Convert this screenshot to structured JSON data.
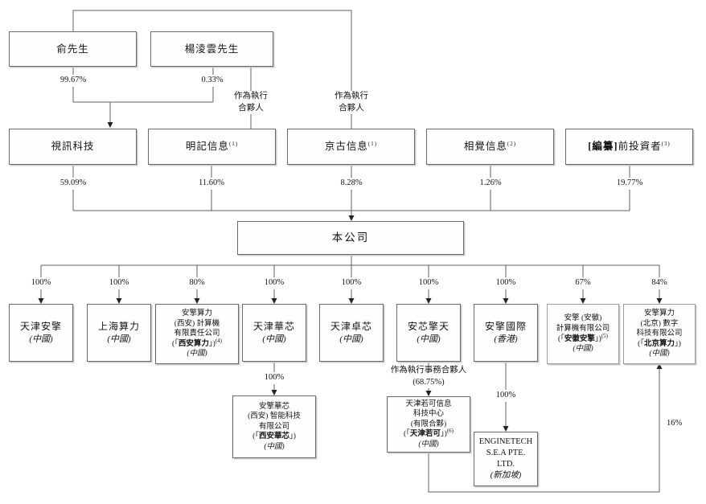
{
  "nodes": {
    "yu": {
      "label": "俞先生"
    },
    "yang": {
      "label": "楊淩雲先生"
    },
    "shixun": {
      "label": "視訊科技"
    },
    "mingji": {
      "label": "明記信息",
      "sup": "(1)"
    },
    "jinggu": {
      "label": "京古信息",
      "sup": "(1)"
    },
    "xiangjue": {
      "label": "相覺信息",
      "sup": "(2)"
    },
    "pre_investors": {
      "bold": "[編纂]",
      "label": "前投資者",
      "sup": "(3)"
    },
    "company": {
      "label": "本公司"
    },
    "tianjin_anqing": {
      "name": "天津安擎",
      "region": "(中國)"
    },
    "shanghai_suanli": {
      "name": "上海算力",
      "region": "(中國)"
    },
    "xian_suanli": {
      "l1": "安擎算力",
      "l2": "(西安) 計算機",
      "l3": "有限責任公司",
      "l4_pre": "(「",
      "l4_bold": "西安算力",
      "l4_post": "」)",
      "l4_sup": "(4)",
      "region": "(中國)"
    },
    "tianjin_huaxin": {
      "name": "天津華芯",
      "region": "(中國)"
    },
    "tianjin_zhuoxin": {
      "name": "天津卓芯",
      "region": "(中國)"
    },
    "anxin_qingtian": {
      "name": "安芯擎天",
      "region": "(中國)"
    },
    "anqing_intl": {
      "name": "安擎國際",
      "region": "(香港)"
    },
    "anhui_anqing": {
      "l1": "安擎 (安徽)",
      "l2": "計算機有限公司",
      "l3_pre": "(「",
      "l3_bold": "安徽安擎",
      "l3_post": "」)",
      "l3_sup": "(5)",
      "region": "(中國)"
    },
    "beijing_suanli": {
      "l1": "安擎算力",
      "l2": "(北京) 數字",
      "l3": "科技有限公司",
      "l4_pre": "(「",
      "l4_bold": "北京算力",
      "l4_post": "」)",
      "region": "(中國)"
    },
    "xian_huaxin": {
      "l1": "安擎華芯",
      "l2": "(西安) 智能科技",
      "l3": "有限公司",
      "l4_pre": "(「",
      "l4_bold": "西安華芯",
      "l4_post": "」)",
      "region": "(中國)"
    },
    "tianjin_ruoke": {
      "l1": "天津若可信息",
      "l2": "科技中心",
      "l3": "(有限合夥)",
      "l4_pre": "(「",
      "l4_bold": "天津若可",
      "l4_post": "」)",
      "l4_sup": "(6)",
      "region": "(中國)"
    },
    "enginetech": {
      "l1": "ENGINETECH",
      "l2": "S.E.A PTE.",
      "l3": "LTD.",
      "region": "(新加坡)"
    }
  },
  "edges": {
    "yu_pct": "99.67%",
    "yang_pct": "0.33%",
    "exec_partner_line1": "作為執行",
    "exec_partner_line2": "合夥人",
    "row2_pcts": [
      "59.09%",
      "11.60%",
      "8.28%",
      "1.26%",
      "19.77%"
    ],
    "row3_pcts": [
      "100%",
      "100%",
      "80%",
      "100%",
      "100%",
      "100%",
      "100%",
      "67%",
      "84%"
    ],
    "huaxin_sub_pct": "100%",
    "exec_affairs_line1": "作為執行事務合夥人",
    "exec_affairs_line2": "(68.75%)",
    "intl_sub_pct": "100%",
    "ruoke_to_beijing_pct": "16%"
  }
}
